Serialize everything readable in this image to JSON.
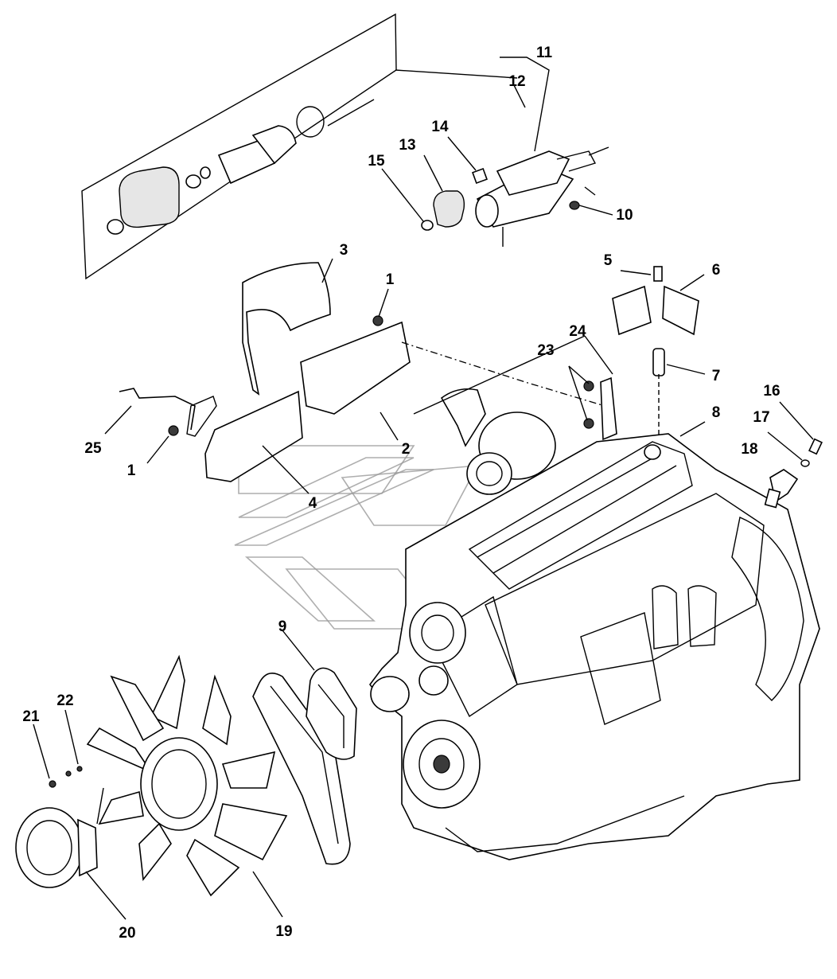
{
  "callouts": [
    {
      "n": "1"
    },
    {
      "n": "1"
    },
    {
      "n": "2"
    },
    {
      "n": "3"
    },
    {
      "n": "4"
    },
    {
      "n": "5"
    },
    {
      "n": "6"
    },
    {
      "n": "7"
    },
    {
      "n": "8"
    },
    {
      "n": "9"
    },
    {
      "n": "10"
    },
    {
      "n": "11"
    },
    {
      "n": "12"
    },
    {
      "n": "13"
    },
    {
      "n": "14"
    },
    {
      "n": "15"
    },
    {
      "n": "16"
    },
    {
      "n": "17"
    },
    {
      "n": "18"
    },
    {
      "n": "19"
    },
    {
      "n": "20"
    },
    {
      "n": "21"
    },
    {
      "n": "22"
    },
    {
      "n": "23"
    },
    {
      "n": "24"
    },
    {
      "n": "25"
    }
  ],
  "colors": {
    "line": "#000000",
    "fill": "#ffffff",
    "watermark": "#9a9a9a"
  }
}
